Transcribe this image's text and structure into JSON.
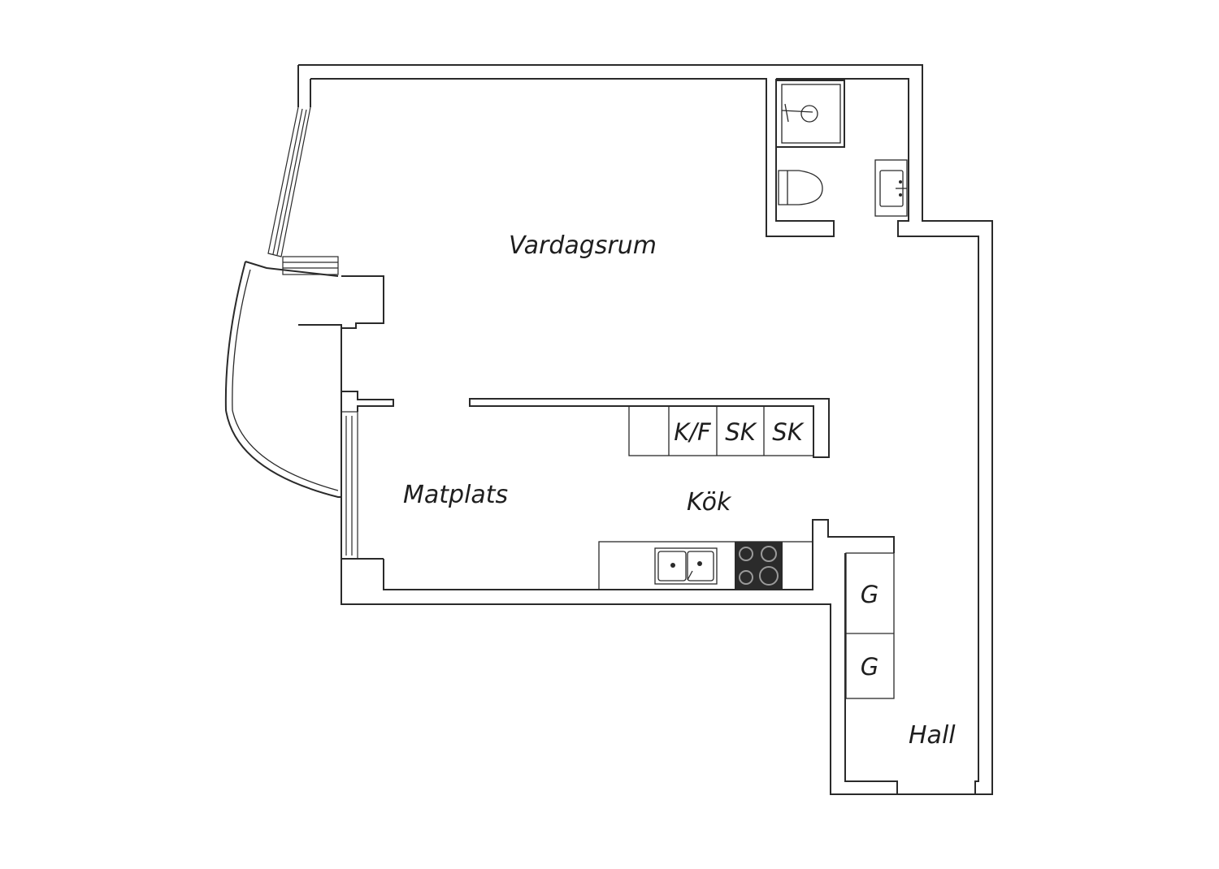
{
  "rooms": {
    "living": "Vardagsrum",
    "dining": "Matplats",
    "kitchen": "Kök",
    "hall": "Hall"
  },
  "cabinets": {
    "fridge_freezer": "K/F",
    "cupboard_1": "SK",
    "cupboard_2": "SK",
    "wardrobe_1": "G",
    "wardrobe_2": "G"
  },
  "colors": {
    "line": "#2a2a2a",
    "stove": "#2b2b2b",
    "background": "#ffffff"
  }
}
